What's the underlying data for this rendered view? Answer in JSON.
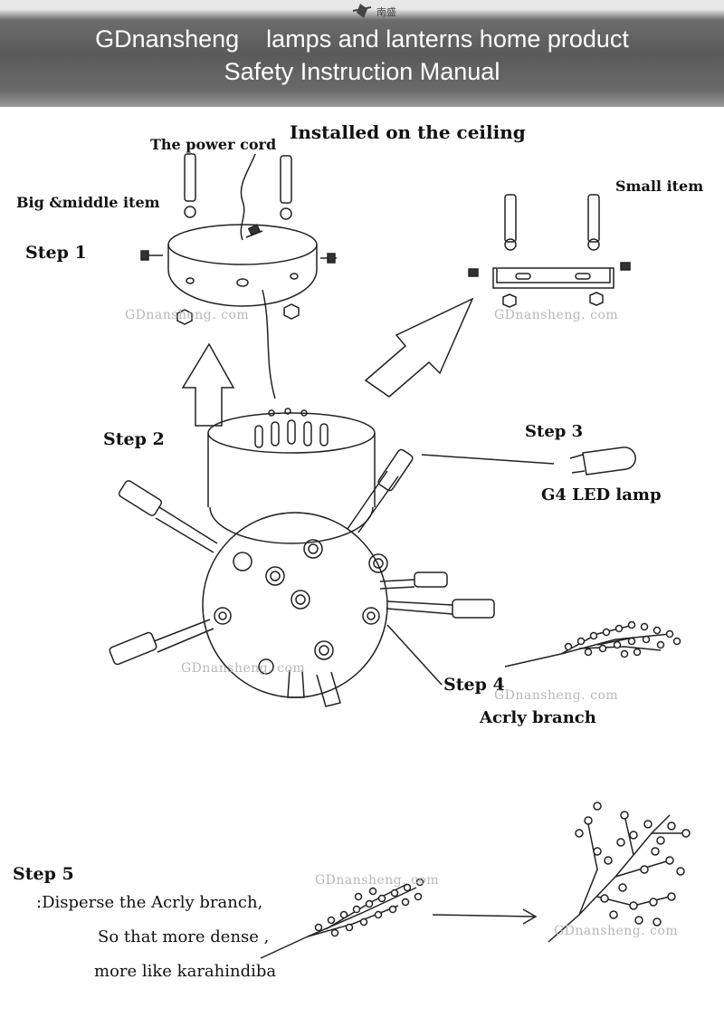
{
  "header": {
    "title": "GDnansheng    lamps and lanterns home product",
    "subtitle": "Safety Instruction Manual",
    "logo_text": "南盛"
  },
  "labels": {
    "installed": "Installed on the ceiling",
    "power_cord": "The power cord",
    "big_middle": "Big &middle item",
    "small_item": "Small item",
    "step1": "Step 1",
    "step2": "Step 2",
    "step3": "Step 3",
    "g4": "G4 LED lamp",
    "step4": "Step 4",
    "acrly": "Acrly branch",
    "step5": "Step 5",
    "line1": ":Disperse the Acrly branch,",
    "line2": "So that more dense ,",
    "line3": "more like karahindiba"
  },
  "watermark": "GDnansheng. com",
  "colors": {
    "header_bg": "#5a5a5a",
    "line": "#222222",
    "watermark": "#b8b8b8"
  }
}
